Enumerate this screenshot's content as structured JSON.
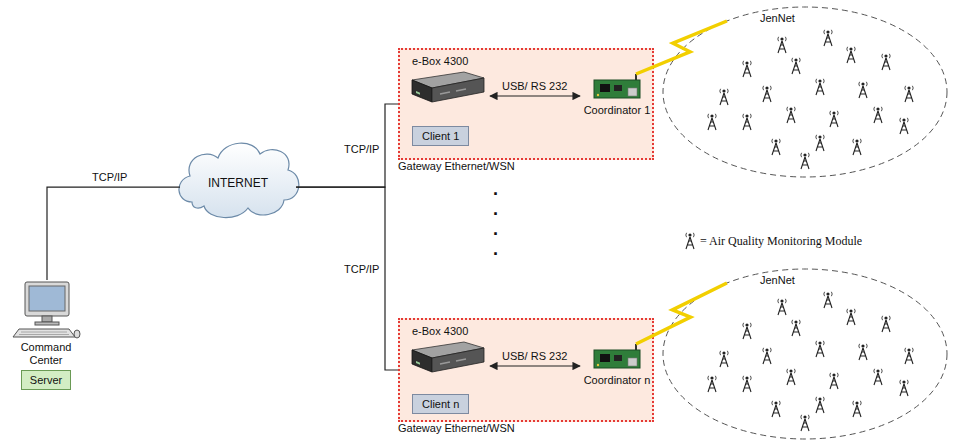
{
  "diagram": {
    "nodes": [
      {
        "text": [
          "Command Center",
          "Server"
        ]
      },
      {
        "text": [
          "INTERNET"
        ]
      },
      {
        "text": [
          "Gateway Ethernet/WSN"
        ]
      },
      {
        "text": [
          "e-Box 4300"
        ],
        "in": 2
      },
      {
        "text": [
          "Client 1"
        ],
        "in": 2
      },
      {
        "text": [
          "Coordinator 1"
        ],
        "in": 2
      },
      {
        "text": [
          "JenNet"
        ]
      },
      {
        "text": [
          "Gateway Ethernet/WSN"
        ]
      },
      {
        "text": [
          "e-Box 4300"
        ],
        "in": 7
      },
      {
        "text": [
          "Client n"
        ],
        "in": 7
      },
      {
        "text": [
          "Coordinator n"
        ],
        "in": 7
      },
      {
        "text": [
          "JenNet"
        ]
      }
    ],
    "edges": [
      {
        "from": 0,
        "to": 1,
        "arrow": "none",
        "label": "TCP/IP"
      },
      {
        "from": 1,
        "to": 2,
        "arrow": "none",
        "label": "TCP/IP"
      },
      {
        "from": 1,
        "to": 7,
        "arrow": "none",
        "label": "TCP/IP"
      },
      {
        "from": 3,
        "to": 5,
        "arrow": "both",
        "label": "USB/ RS 232"
      },
      {
        "from": 5,
        "to": 6,
        "arrow": "none"
      },
      {
        "from": 8,
        "to": 10,
        "arrow": "both",
        "label": "USB/ RS 232"
      },
      {
        "from": 10,
        "to": 11,
        "arrow": "none"
      }
    ],
    "labels": [
      ".",
      ".",
      ".",
      "."
    ],
    "legend": [
      {
        "text": "= Air Quality Monitoring Module"
      }
    ]
  }
}
